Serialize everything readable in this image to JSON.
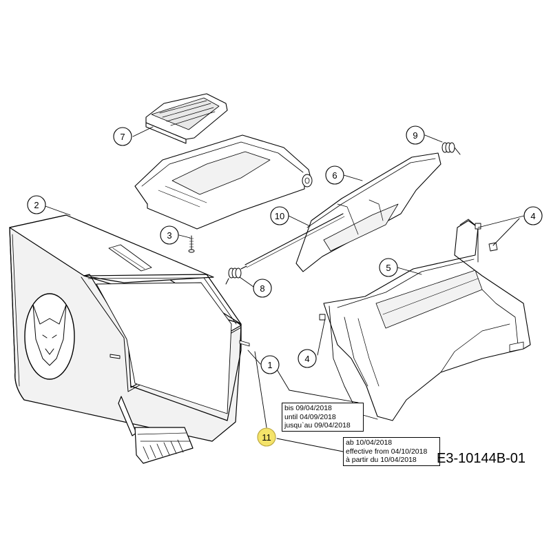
{
  "drawing_code": "E3-10144B-01",
  "callouts": {
    "c1": "1",
    "c2": "2",
    "c3": "3",
    "c4a": "4",
    "c4b": "4",
    "c5": "5",
    "c6": "6",
    "c7": "7",
    "c8": "8",
    "c9": "9",
    "c10": "10",
    "c11": "11"
  },
  "notes": {
    "until": {
      "line1": "bis 09/04/2018",
      "line2": "until 04/09/2018",
      "line3": "jusqu`au 09/04/2018"
    },
    "from": {
      "line1": "ab 10/04/2018",
      "line2": "effective from 04/10/2018",
      "line3": "à partir du 10/04/2018"
    }
  },
  "colors": {
    "highlight": "#f4e36a",
    "line": "#000000",
    "part_fill": "#ffffff",
    "shade": "#e8e8e8"
  }
}
